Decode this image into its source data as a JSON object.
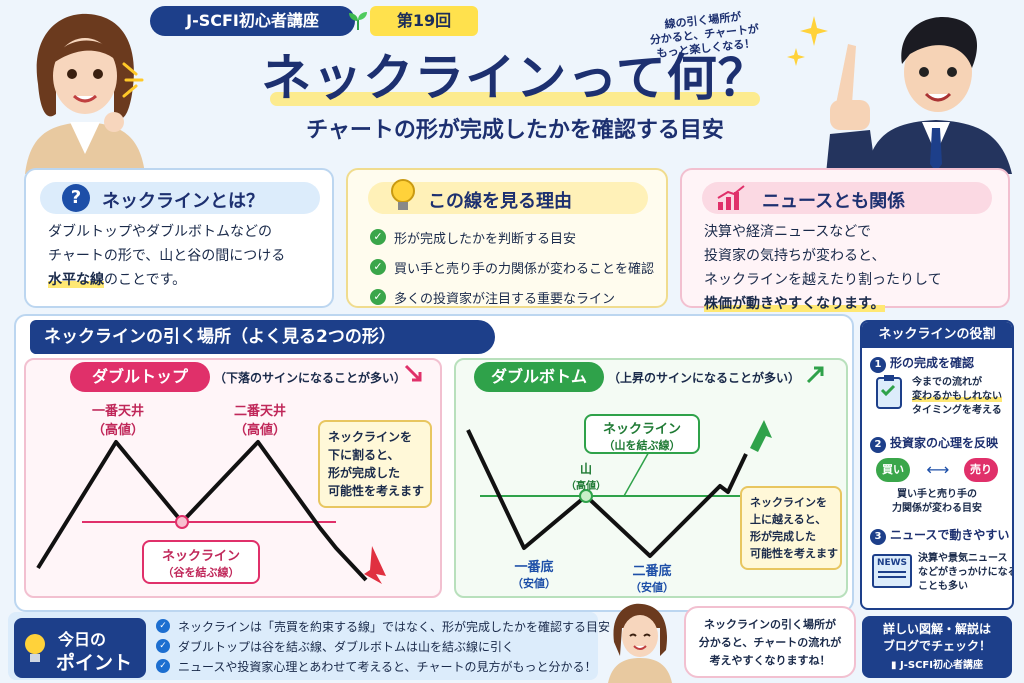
{
  "header": {
    "series": "J-SCFI初心者講座",
    "episode": "第19回",
    "title": "ネックラインって何？",
    "subtitle": "チャートの形が完成したかを確認する目安",
    "bubble_lines": [
      "線の引く場所が",
      "分かると、チャートが",
      "もっと楽しくなる！"
    ]
  },
  "box1": {
    "title": "ネックラインとは？",
    "lines": [
      "ダブルトップやダブルボトムなどの",
      "チャートの形で、山と谷の間につける"
    ],
    "highlight": "水平な線",
    "tail": "のことです。"
  },
  "box2": {
    "title": "この線を見る理由",
    "items": [
      "形が完成したかを判断する目安",
      "買い手と売り手の力関係が変わることを確認",
      "多くの投資家が注目する重要なライン"
    ]
  },
  "box3": {
    "title": "ニュースとも関係",
    "lines": [
      "決算や経済ニュースなどで",
      "投資家の気持ちが変わると、",
      "ネックラインを越えたり割ったりして"
    ],
    "highlight": "株価が動きやすくなります。"
  },
  "section": {
    "title": "ネックラインの引く場所（よく見る2つの形）"
  },
  "double_top": {
    "label": "ダブルトップ",
    "caption": "（下落のサインになることが多い）",
    "peak1": "一番天井",
    "peak1_sub": "（高値）",
    "peak2": "二番天井",
    "peak2_sub": "（高値）",
    "neck": "ネックライン",
    "neck_sub": "（谷を結ぶ線）",
    "note": [
      "ネックラインを",
      "下に割ると、",
      "形が完成した",
      "可能性を考えます"
    ],
    "color": "#e0306a"
  },
  "double_bottom": {
    "label": "ダブルボトム",
    "caption": "（上昇のサインになることが多い）",
    "bottom1": "一番底",
    "bottom1_sub": "（安値）",
    "bottom2": "二番底",
    "bottom2_sub": "（安値）",
    "mountain": "山",
    "mountain_sub": "（高値）",
    "neck": "ネックライン",
    "neck_sub": "（山を結ぶ線）",
    "note": [
      "ネックラインを",
      "上に越えると、",
      "形が完成した",
      "可能性を考えます"
    ],
    "color": "#2fa24a"
  },
  "roles": {
    "title": "ネックラインの役割",
    "r1_title": "形の完成を確認",
    "r1_text": [
      "今までの流れが",
      "変わるかもしれない",
      "タイミングを考える"
    ],
    "r2_title": "投資家の心理を反映",
    "buy": "買い",
    "sell": "売り",
    "r2_text": [
      "買い手と売り手の",
      "力関係が変わる目安"
    ],
    "r3_title": "ニュースで動きやすい",
    "r3_text": [
      "決算や景気ニュース",
      "などがきっかけになる",
      "ことも多い"
    ],
    "news_label": "NEWS"
  },
  "footer": {
    "today": "今日の",
    "point": "ポイント",
    "points": [
      "ネックラインは「売買を約束する線」ではなく、形が完成したかを確認する目安",
      "ダブルトップは谷を結ぶ線、ダブルボトムは山を結ぶ線に引く",
      "ニュースや投資家心理とあわせて考えると、チャートの見方がもっと分かる！"
    ],
    "speech": [
      "ネックラインの引く場所が",
      "分かると、チャートの流れが",
      "考えやすくなりますね！"
    ],
    "blog_lines": [
      "詳しい図解・解説は",
      "ブログでチェック！"
    ],
    "blog_name": "J-SCFI初心者講座"
  }
}
